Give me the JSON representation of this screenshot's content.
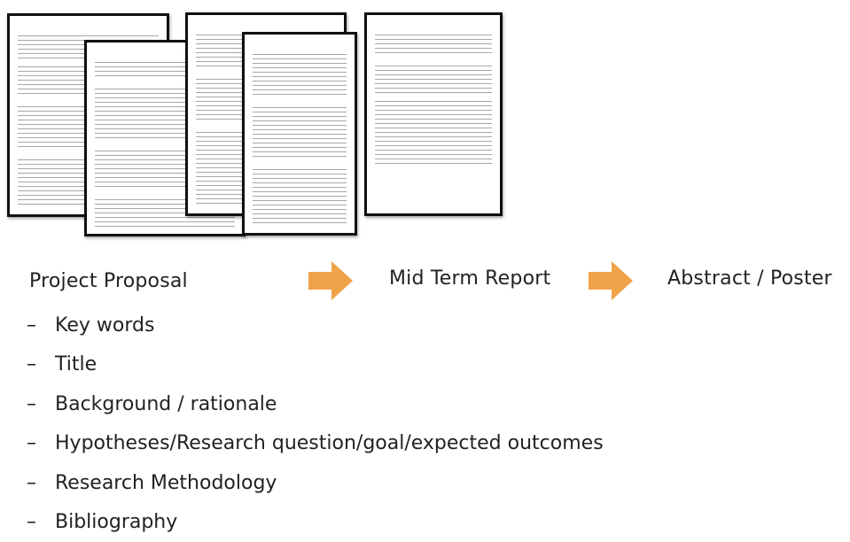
{
  "stages": {
    "proposal": "Project Proposal",
    "midterm": "Mid Term Report",
    "final": "Abstract / Poster"
  },
  "proposal_items": [
    "Key words",
    "Title",
    "Background / rationale",
    "Hypotheses/Research question/goal/expected outcomes",
    "Research Methodology",
    "Bibliography"
  ],
  "bullet_marker": "–",
  "colors": {
    "arrow": "#F0A24A",
    "text": "#222222",
    "page_border": "#111111"
  }
}
